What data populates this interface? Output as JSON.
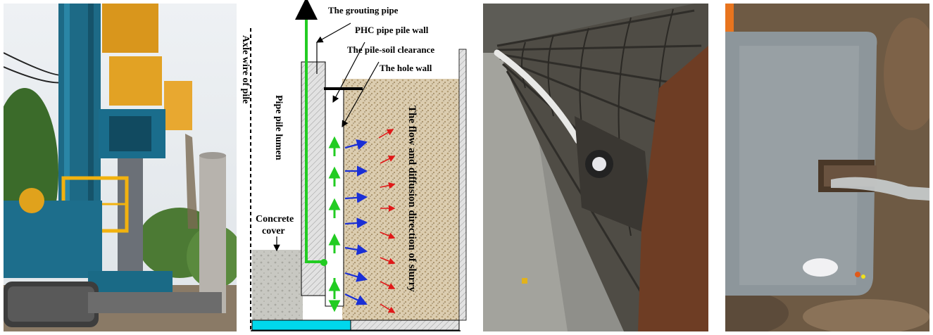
{
  "figure": {
    "panels": [
      "drilling-rig-photo",
      "grouting-diagram",
      "reinforcement-cage-photo",
      "pile-sample-photo"
    ]
  },
  "diagram": {
    "labels": {
      "grouting_pipe": "The grouting pipe",
      "phc_wall": "PHC pipe pile wall",
      "clearance": "The pile-soil clearance",
      "hole_wall": "The hole wall",
      "axle_wire": "Axle wire of pile",
      "pipe_lumen": "Pipe pile lumen",
      "concrete_cover_line1": "Concrete",
      "concrete_cover_line2": "cover",
      "flow_direction": "The flow and diffusion direction of slurry"
    },
    "colors": {
      "grout_pipe": "#22cc22",
      "flow_arrows_blue": "#1a2fd6",
      "flow_arrows_red": "#e01818",
      "soil": "#d8c8aa",
      "pile_wall": "#d0d0d0",
      "water_bar": "#00d8ec"
    }
  }
}
